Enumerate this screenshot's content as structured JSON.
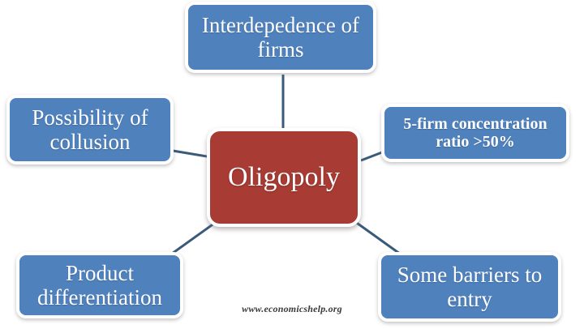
{
  "diagram": {
    "title": "Oligopoly",
    "center": {
      "label": "Oligopoly",
      "color": "#A83C34"
    },
    "node_color": "#4F81BD",
    "connector_color": "#3A5A7A",
    "background": "#ffffff",
    "nodes": [
      {
        "id": "interdependence",
        "label": "Interdepedence of firms",
        "position": "top"
      },
      {
        "id": "collusion",
        "label": "Possibility of collusion",
        "position": "left"
      },
      {
        "id": "ratio",
        "label": "5-firm concentration ratio >50%",
        "position": "right"
      },
      {
        "id": "product",
        "label": "Product differentiation",
        "position": "bottom-left"
      },
      {
        "id": "barriers",
        "label": "Some barriers to entry",
        "position": "bottom-right"
      }
    ]
  },
  "watermark": {
    "text": "www.economicshelp.org"
  }
}
